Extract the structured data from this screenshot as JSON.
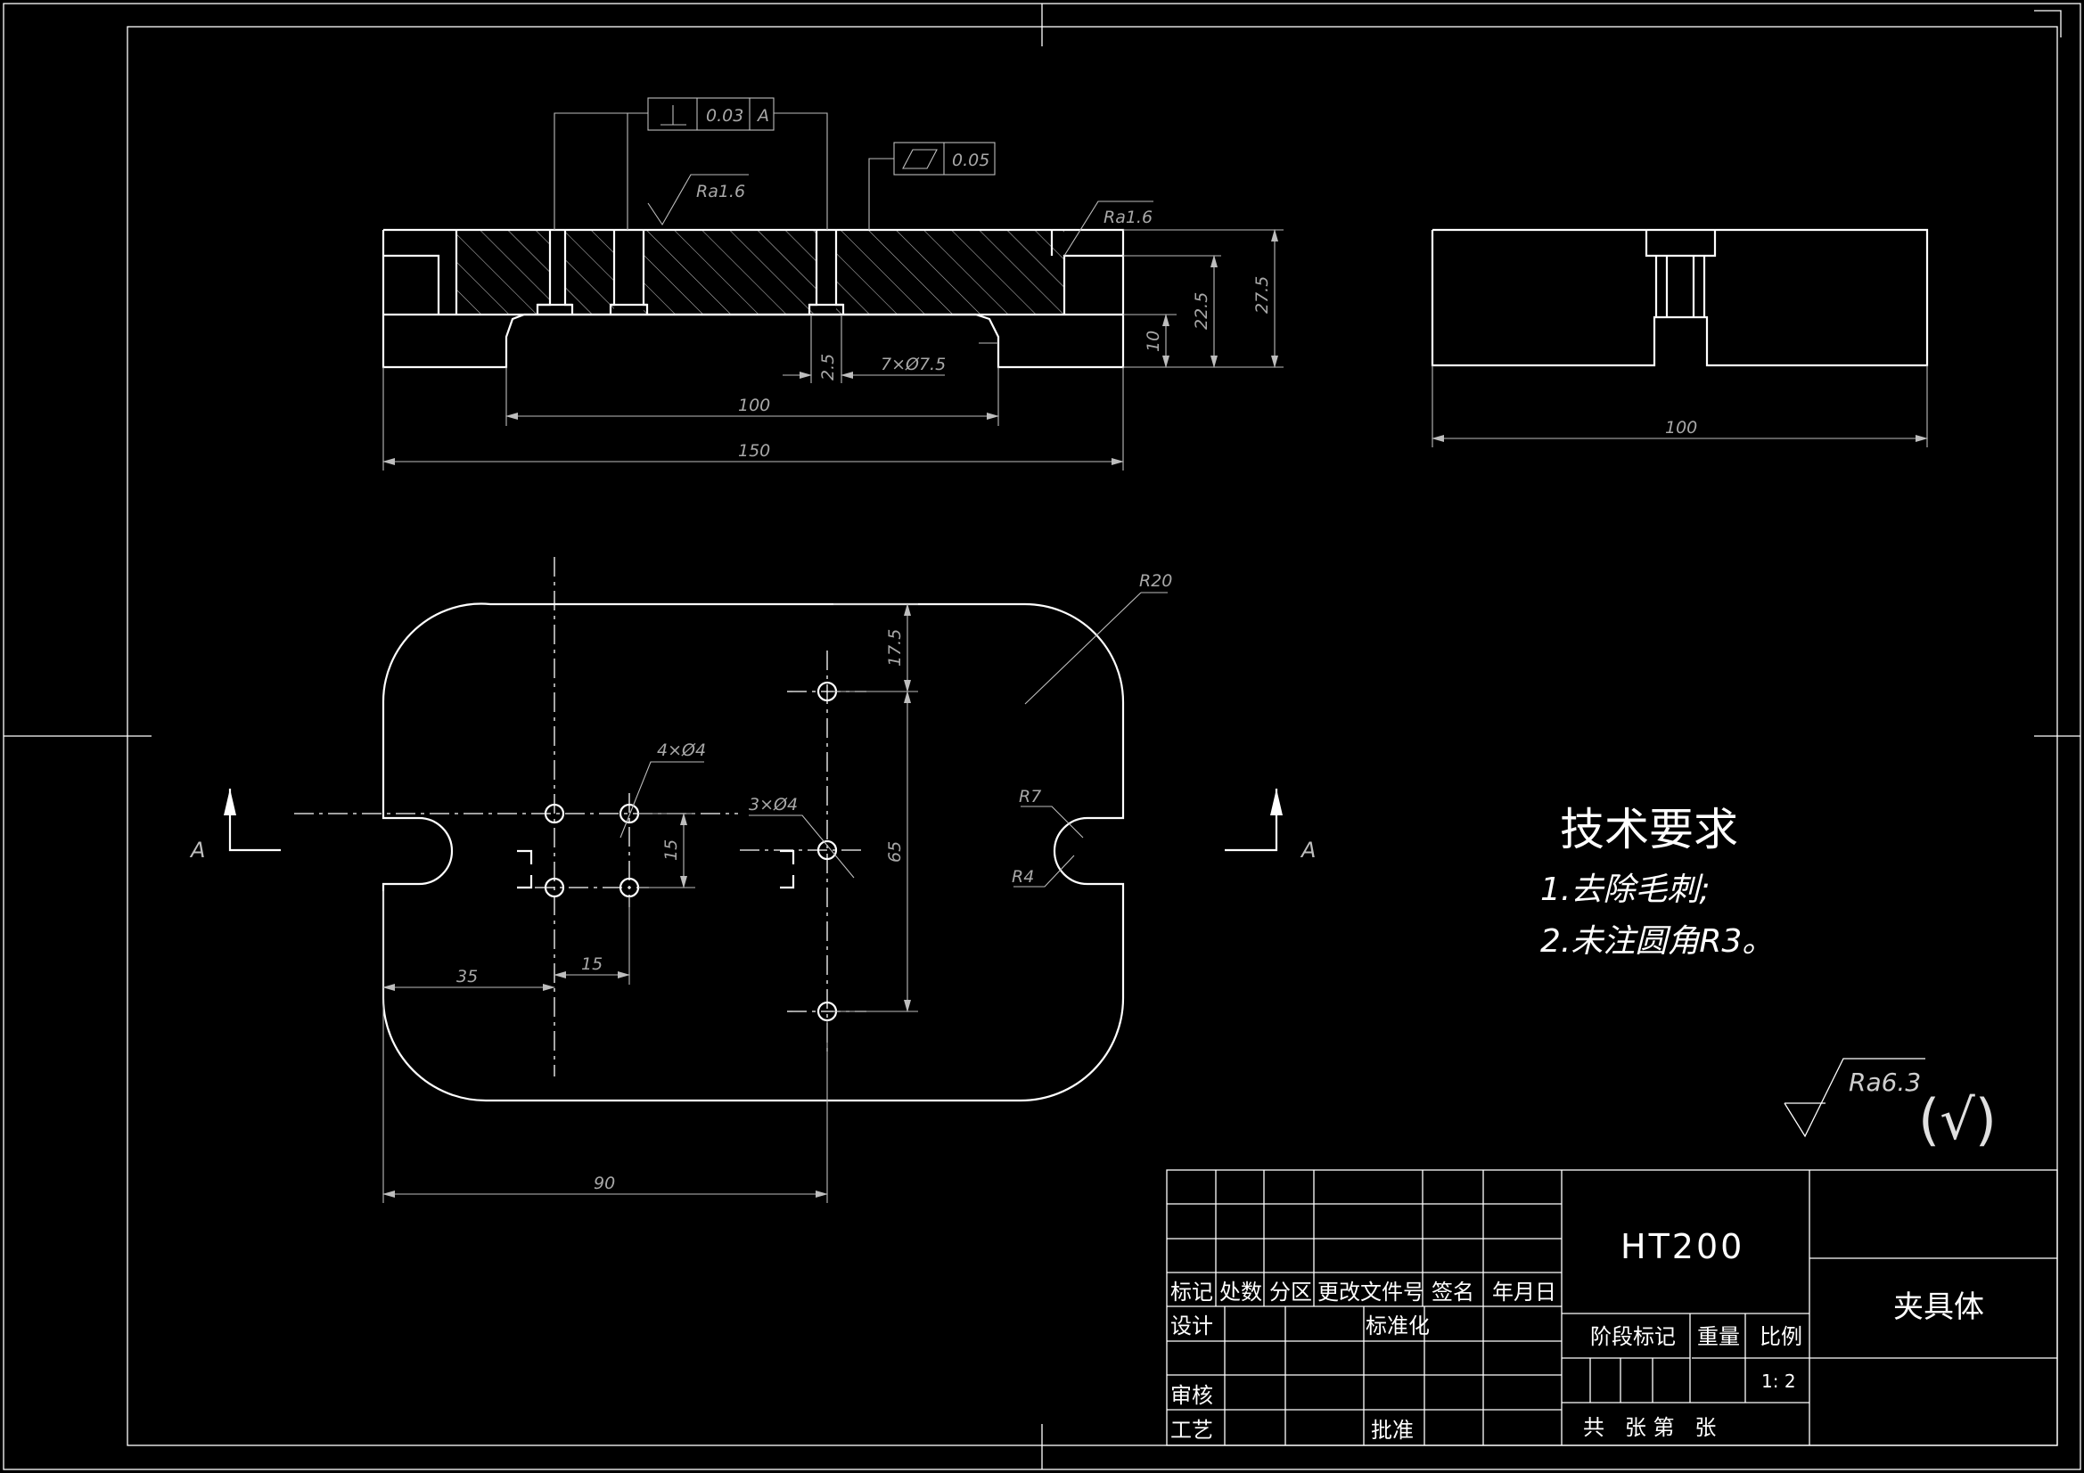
{
  "gdt": {
    "perpendicularity": {
      "tolerance": "0.03",
      "datum": "A"
    },
    "flatness": {
      "tolerance": "0.05"
    }
  },
  "roughness": {
    "ra_top_left": "Ra1.6",
    "ra_top_right": "Ra1.6",
    "ra_general": "Ra6.3",
    "ra_other": "(√)"
  },
  "section_front": {
    "dims": {
      "h_27_5": "27.5",
      "h_22_5": "22.5",
      "h_10": "10",
      "d_2_5": "2.5",
      "holes": "7×Ø7.5",
      "w_100": "100",
      "w_150": "150"
    }
  },
  "side_view": {
    "dims": {
      "w_100": "100"
    }
  },
  "plan_view": {
    "dims": {
      "r20": "R20",
      "r7": "R7",
      "r4": "R4",
      "holes_4": "4×Ø4",
      "holes_3": "3×Ø4",
      "d_17_5": "17.5",
      "d_15_v": "15",
      "d_65": "65",
      "d_35": "35",
      "d_15_h": "15",
      "d_90": "90"
    },
    "section_mark": "A"
  },
  "notes": {
    "title": "技术要求",
    "line1": "1.去除毛刺;",
    "line2": "2.未注圆角R3。"
  },
  "title_block": {
    "headers": [
      "标记",
      "处数",
      "分区",
      "更改文件号",
      "签名",
      "年月日"
    ],
    "design": "设计",
    "standardize": "标准化",
    "review": "审核",
    "process": "工艺",
    "approve": "批准",
    "material": "HT200",
    "stage_mark": "阶段标记",
    "weight": "重量",
    "ratio": "比例",
    "ratio_value": "1: 2",
    "sheets": "共   张 第   张",
    "part_name": "夹具体"
  }
}
